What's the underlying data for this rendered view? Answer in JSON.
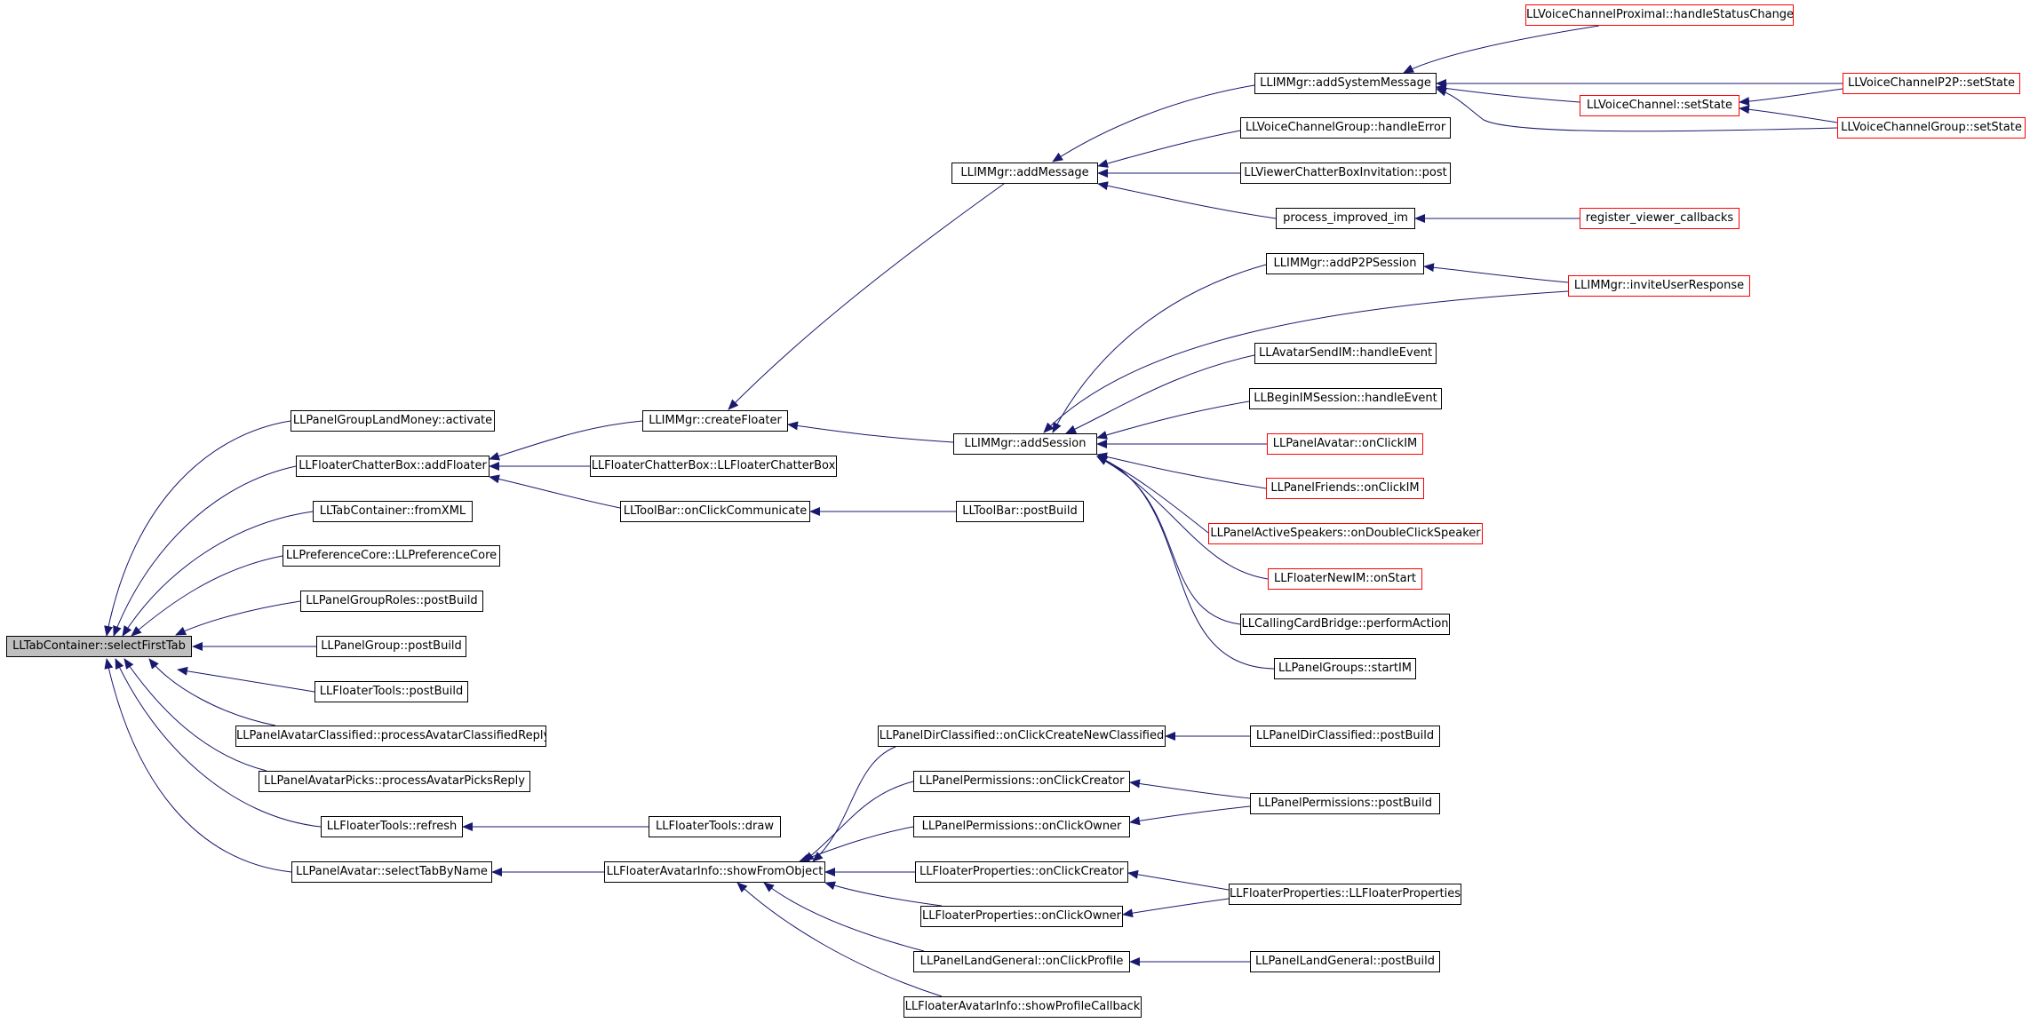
{
  "colors": {
    "edge": "#191970",
    "node_border": "#000000",
    "ref_border": "#ff0000",
    "root_fill": "#bfbfbf"
  },
  "nodes": {
    "root": "LLTabContainer::selectFirstTab",
    "pglm_activate": "LLPanelGroupLandMoney::activate",
    "fcb_addFloater": "LLFloaterChatterBox::addFloater",
    "tab_fromXML": "LLTabContainer::fromXML",
    "prefcore": "LLPreferenceCore::LLPreferenceCore",
    "pgroles_postBuild": "LLPanelGroupRoles::postBuild",
    "pgroup_postBuild": "LLPanelGroup::postBuild",
    "ftools_postBuild": "LLFloaterTools::postBuild",
    "pac_reply": "LLPanelAvatarClassified::processAvatarClassifiedReply",
    "pap_reply": "LLPanelAvatarPicks::processAvatarPicksReply",
    "ftools_refresh": "LLFloaterTools::refresh",
    "pavatar_selectTab": "LLPanelAvatar::selectTabByName",
    "im_createFloater": "LLIMMgr::createFloater",
    "fcb_ctor": "LLFloaterChatterBox::LLFloaterChatterBox",
    "toolbar_onClickComm": "LLToolBar::onClickCommunicate",
    "ftools_draw": "LLFloaterTools::draw",
    "fai_showFromObject": "LLFloaterAvatarInfo::showFromObject",
    "im_addMessage": "LLIMMgr::addMessage",
    "im_addSession": "LLIMMgr::addSession",
    "toolbar_postBuild": "LLToolBar::postBuild",
    "pdc_onClickCreate": "LLPanelDirClassified::onClickCreateNewClassified",
    "pperm_onClickCreator": "LLPanelPermissions::onClickCreator",
    "pperm_onClickOwner": "LLPanelPermissions::onClickOwner",
    "fprop_onClickCreator": "LLFloaterProperties::onClickCreator",
    "fprop_onClickOwner": "LLFloaterProperties::onClickOwner",
    "plg_onClickProfile": "LLPanelLandGeneral::onClickProfile",
    "fai_showProfileCb": "LLFloaterAvatarInfo::showProfileCallback",
    "im_addSystemMessage": "LLIMMgr::addSystemMessage",
    "vcg_handleError": "LLVoiceChannelGroup::handleError",
    "vcbi_post": "LLViewerChatterBoxInvitation::post",
    "process_im": "process_improved_im",
    "im_addP2PSession": "LLIMMgr::addP2PSession",
    "asim_handleEvent": "LLAvatarSendIM::handleEvent",
    "bims_handleEvent": "LLBeginIMSession::handleEvent",
    "pavatar_onClickIM": "LLPanelAvatar::onClickIM",
    "pfriends_onClickIM": "LLPanelFriends::onClickIM",
    "pas_onDblClick": "LLPanelActiveSpeakers::onDoubleClickSpeaker",
    "fnim_onStart": "LLFloaterNewIM::onStart",
    "ccb_performAction": "LLCallingCardBridge::performAction",
    "pgroups_startIM": "LLPanelGroups::startIM",
    "pdc_postBuild": "LLPanelDirClassified::postBuild",
    "pperm_postBuild": "LLPanelPermissions::postBuild",
    "fprop_ctor": "LLFloaterProperties::LLFloaterProperties",
    "plg_postBuild": "LLPanelLandGeneral::postBuild",
    "vcp_handleStatus": "LLVoiceChannelProximal::handleStatusChange",
    "vcp2p_setState": "LLVoiceChannelP2P::setState",
    "vc_setState": "LLVoiceChannel::setState",
    "vcg_setState": "LLVoiceChannelGroup::setState",
    "register_cb": "register_viewer_callbacks",
    "im_inviteResponse": "LLIMMgr::inviteUserResponse"
  }
}
